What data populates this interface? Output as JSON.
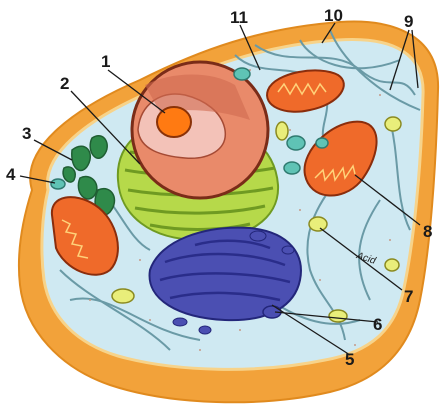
{
  "diagram": {
    "labels": [
      "1",
      "2",
      "3",
      "4",
      "5",
      "6",
      "7",
      "8",
      "9",
      "10",
      "11"
    ],
    "inline_text": "Acid"
  },
  "colors": {
    "membrane_orange": "#f2a23a",
    "cytoplasm": "#cfe9f2",
    "nucleus": "#e98a6a",
    "nucleolus": "#ff7a12",
    "er_green": "#9ccb3d",
    "golgi_blue": "#4b4fb2",
    "mito_orange": "#ef6a2a",
    "cytoskeleton": "#6a9aa6"
  }
}
